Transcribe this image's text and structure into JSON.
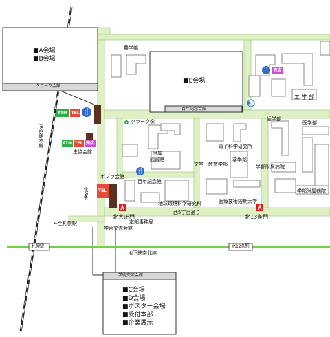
{
  "venues": {
    "top_left": {
      "lines": [
        "■A会場",
        "■B会場"
      ],
      "caption": "クラーク会館"
    },
    "center": {
      "label": "■E会場",
      "caption": "百年記念会館"
    },
    "bottom": {
      "caption": "学術交流会館",
      "lines": [
        "■C会場",
        "■D会場",
        "■ポスター会場",
        "■受付本部",
        "■企業展示"
      ]
    }
  },
  "places": {
    "agriculture": "農学部",
    "engineering": "工 学 部",
    "clark_statue": "クラーク像",
    "library_1": "附属",
    "library_2": "図書館",
    "humanities": "文学・教育学部",
    "electronics": "電子科学研究所",
    "pharmacy": "薬学部",
    "dentistry": "歯学部",
    "medicine": "医学部",
    "hospital": "学部附属病院",
    "hospital_right": "学部附属病院",
    "coop": "生協会館",
    "poplar": "ポプラ会館",
    "centennial_hall": "百年記念館",
    "env_science": "地球環境科学研究科",
    "admin": "本部事務局",
    "kita_gate": "北大正門",
    "kita13_gate": "北13条門",
    "kita8": "北8条",
    "nishi5": "西5丁目通り",
    "tech_college": "医療技術短期大学",
    "sapporo_station_arrow": "←至札幌駅",
    "sapporo_station": "札幌駅",
    "kita12_station": "北12条駅",
    "subway": "地下鉄南北線",
    "jr_line": "JR函館本線",
    "academic_exchange": "学術交流会館"
  },
  "icons": {
    "atm": "ATM",
    "tel": "TEL",
    "shop": "売店"
  },
  "colors": {
    "road": "#dff0c4",
    "road_edge": "#9fc486",
    "subway": "#66d34a",
    "atm": "#2eae48",
    "tel": "#e84a3a",
    "shop": "#d04ad8",
    "exit_red": "#e21a1a",
    "building_dark": "#5a3020"
  }
}
